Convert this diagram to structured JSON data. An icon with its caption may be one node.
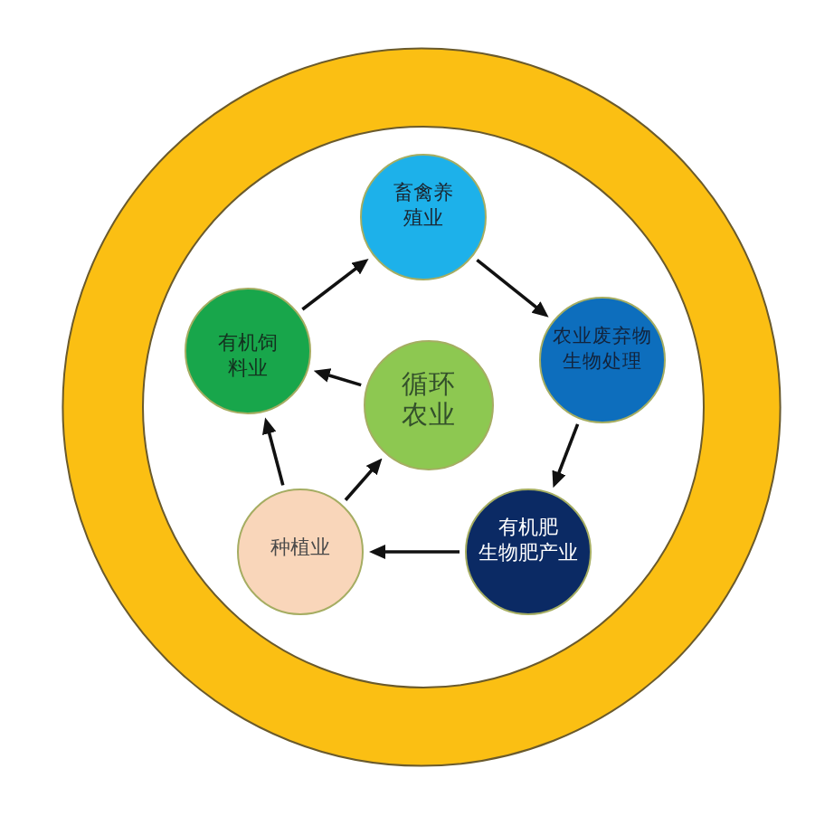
{
  "diagram": {
    "nodes": [
      {
        "text": [],
        "shape": "ring"
      },
      {
        "text": [
          "畜禽养殖业"
        ],
        "in": 0
      },
      {
        "text": [
          "有机饲料业"
        ],
        "in": 0
      },
      {
        "text": [
          "循环农业"
        ],
        "in": 0
      },
      {
        "text": [
          "农业废弃物生物处理"
        ],
        "in": 0
      },
      {
        "text": [
          "种植业"
        ],
        "in": 0
      },
      {
        "text": [
          "有机肥生物肥产业"
        ],
        "in": 0
      }
    ],
    "edges": [
      {
        "from": 2,
        "to": 1,
        "arrow": "to"
      },
      {
        "from": 1,
        "to": 4,
        "arrow": "to"
      },
      {
        "from": 4,
        "to": 6,
        "arrow": "to"
      },
      {
        "from": 6,
        "to": 5,
        "arrow": "to"
      },
      {
        "from": 5,
        "to": 2,
        "arrow": "to"
      },
      {
        "from": 5,
        "to": 3,
        "arrow": "to"
      },
      {
        "from": 3,
        "to": 2,
        "arrow": "to"
      }
    ]
  }
}
